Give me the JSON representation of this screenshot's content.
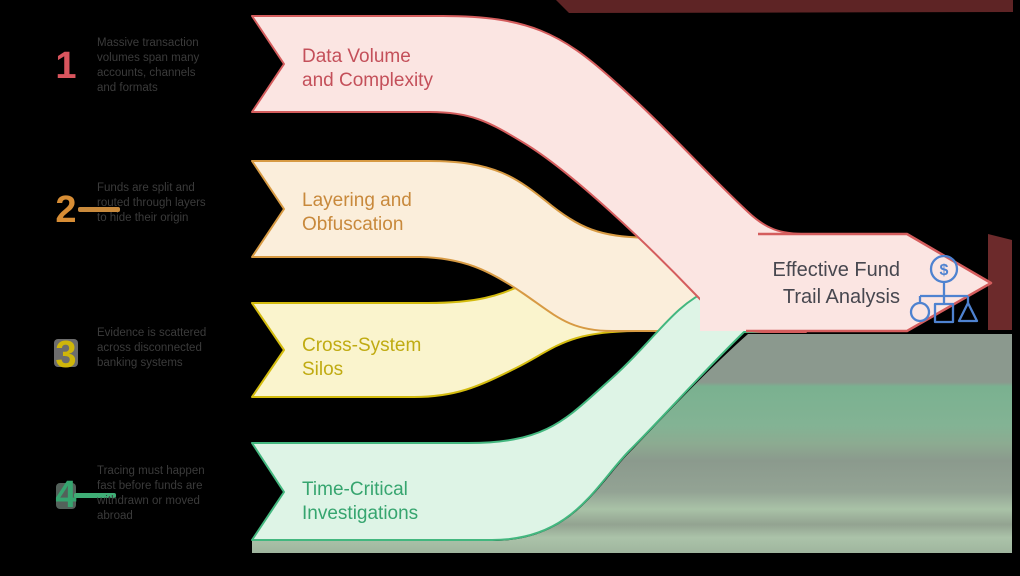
{
  "background": "#000000",
  "items": [
    {
      "number": "1",
      "label": "Data Volume\nand Complexity",
      "description": "Massive transaction\nvolumes span many\naccounts, channels\nand formats",
      "text_color": "#c4505a",
      "fill": "#fbe5e2",
      "border": "#d45d5d"
    },
    {
      "number": "2",
      "label": "Layering and\nObfuscation",
      "description": "Funds are split and\nrouted through layers\nto hide their origin",
      "text_color": "#c8893c",
      "fill": "#fbeedb",
      "border": "#d79a43"
    },
    {
      "number": "3",
      "label": "Cross-System\nSilos",
      "description": "Evidence is scattered\nacross disconnected\nbanking systems",
      "text_color": "#c0ab12",
      "fill": "#faf4cd",
      "border": "#d3bb0e"
    },
    {
      "number": "4",
      "label": "Time-Critical\nInvestigations",
      "description": "Tracing must happen\nfast before funds are\nwithdrawn or moved\nabroad",
      "text_color": "#36a56f",
      "fill": "#def4e6",
      "border": "#43b77f"
    }
  ],
  "result": {
    "label": "Effective Fund\nTrail Analysis",
    "text_color": "#47474f",
    "fill": "#fbe5e2",
    "border": "#d45d5d",
    "icon": "dollar-distribution-icon",
    "icon_color": "#4e82d0",
    "icon_dollar": "$"
  },
  "decorations": {
    "description_text_color": "#3b3b3b",
    "dash_2_color": "#c98a3c",
    "dash_4_color": "#3fae76",
    "top_glow_color": "#5e2425",
    "tip_glow_color": "#6c2a2b",
    "bottom_glow_colors": [
      "#8b998e",
      "#7ab190",
      "#83b394",
      "#a9c2a7",
      "#9fb59e"
    ]
  }
}
